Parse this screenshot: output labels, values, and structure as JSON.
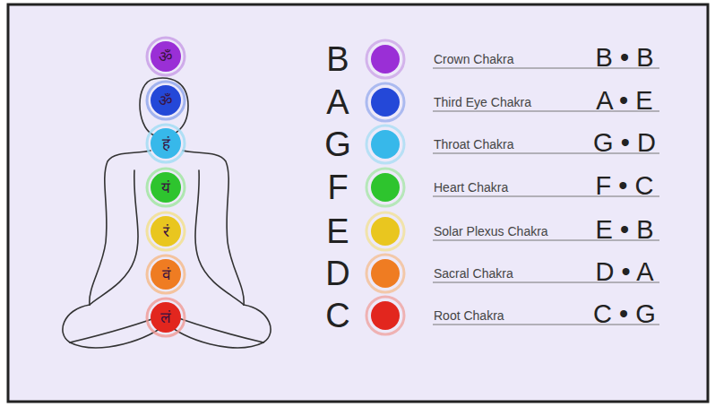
{
  "diagram": {
    "nodes": [
      {
        "text": [
          "ॐ"
        ]
      },
      {
        "text": [
          "ॐ"
        ]
      },
      {
        "text": [
          "हं"
        ]
      },
      {
        "text": [
          "यं"
        ]
      },
      {
        "text": [
          "रं"
        ]
      },
      {
        "text": [
          "वं"
        ]
      },
      {
        "text": [
          "लं"
        ]
      }
    ],
    "labels": [
      "B",
      "Crown Chakra",
      "B • B",
      "A",
      "Third Eye Chakra",
      "A • E",
      "G",
      "Throat Chakra",
      "G • D",
      "F",
      "Heart Chakra",
      "F • C",
      "E",
      "Solar Plexus Chakra",
      "E • B",
      "D",
      "Sacral Chakra",
      "D • A",
      "C",
      "Root Chakra",
      "C • G"
    ]
  }
}
